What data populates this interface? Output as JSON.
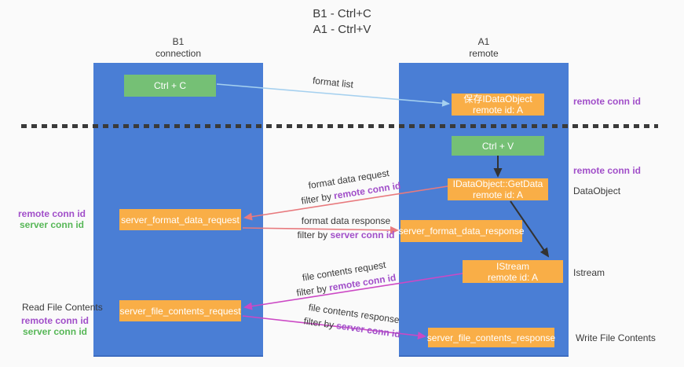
{
  "title": {
    "line1": "B1 - Ctrl+C",
    "line2": "A1 - Ctrl+V"
  },
  "lanes": {
    "b1": {
      "name": "B1",
      "subtitle": "connection"
    },
    "a1": {
      "name": "A1",
      "subtitle": "remote"
    }
  },
  "nodes": {
    "ctrl_c": {
      "label": "Ctrl + C"
    },
    "ctrl_v": {
      "label": "Ctrl + V"
    },
    "save_dataobject": {
      "line1": "保存IDataObject",
      "line2": "remote id: A"
    },
    "getdata": {
      "line1": "IDataObject::GetData",
      "line2": "remote id: A"
    },
    "istream": {
      "line1": "IStream",
      "line2": "remote id: A"
    },
    "format_request": {
      "label": "server_format_data_request"
    },
    "format_response": {
      "label": "server_format_data_response"
    },
    "file_request": {
      "label": "server_file_contents_request"
    },
    "file_response": {
      "label": "server_file_contents_response"
    }
  },
  "arrow_labels": {
    "format_list": "format list",
    "format_request": {
      "title": "format data request",
      "filter_prefix": "filter by ",
      "filter_value": "remote conn id"
    },
    "format_response": {
      "title": "format data response",
      "filter_prefix": "filter by ",
      "filter_value": "server conn id"
    },
    "file_request": {
      "title": "file contents request",
      "filter_prefix": "filter by ",
      "filter_value": "remote conn id"
    },
    "file_response": {
      "title": "file contents response",
      "filter_prefix": "filter by ",
      "filter_value": "server conn id"
    }
  },
  "side_labels": {
    "right_remote_conn_top": "remote conn id",
    "right_remote_conn_mid": "remote conn id",
    "right_dataobject": "DataObject",
    "right_istream": "Istream",
    "right_write_file": "Write File Contents",
    "left_remote_conn_1": "remote conn id",
    "left_server_conn_1": "server conn id",
    "left_read_file": "Read File Contents",
    "left_remote_conn_2": "remote conn id",
    "left_server_conn_2": "server conn id"
  },
  "colors": {
    "lane_blue": "#4a7ed5",
    "box_green": "#75c075",
    "box_orange": "#f9ae47",
    "arrow_lightblue": "#a5d0ef",
    "arrow_salmon": "#e87a7e",
    "arrow_magenta": "#cc49c5",
    "arrow_black": "#333333",
    "text_purple": "#a14fc9",
    "text_green": "#57b757",
    "dashed_line": "#3a3a3a"
  }
}
